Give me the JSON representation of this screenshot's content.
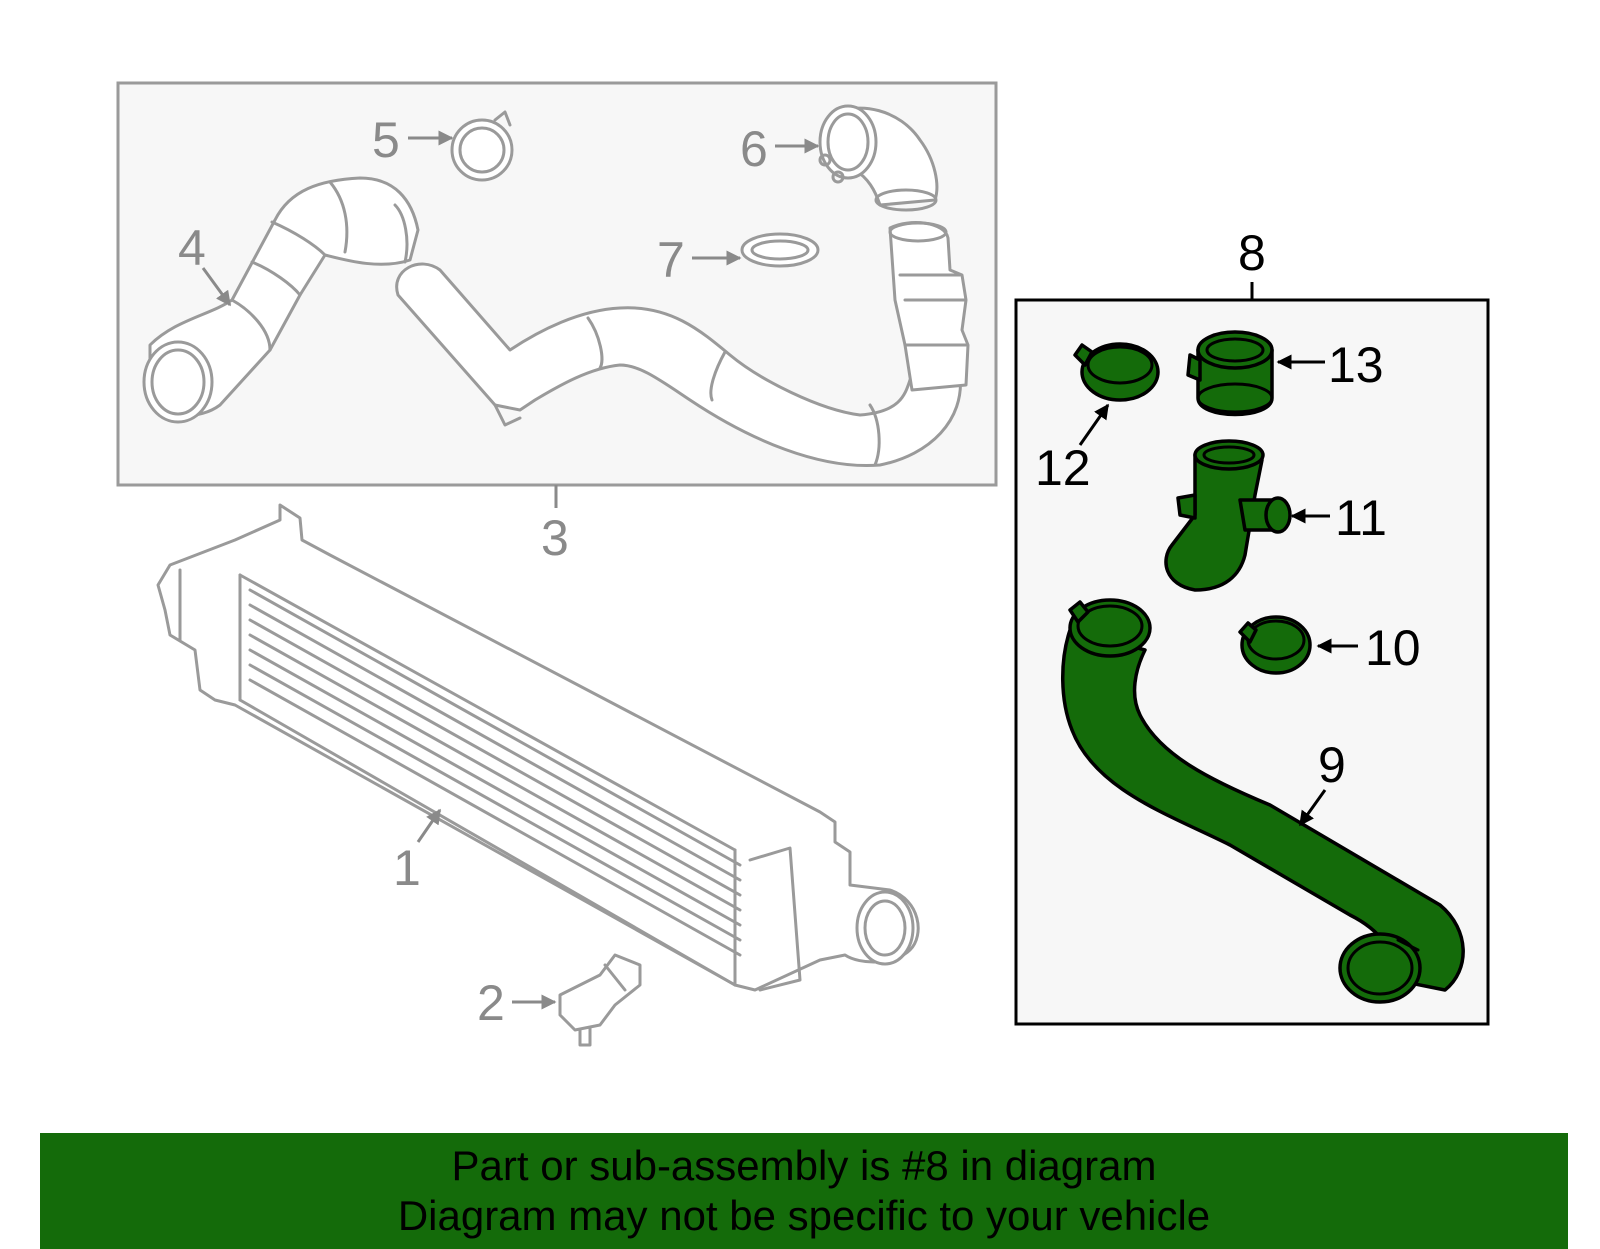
{
  "callouts": {
    "c1": "1",
    "c2": "2",
    "c3": "3",
    "c4": "4",
    "c5": "5",
    "c6": "6",
    "c7": "7",
    "c8": "8",
    "c9": "9",
    "c10": "10",
    "c11": "11",
    "c12": "12",
    "c13": "13"
  },
  "highlight_color": "#146b0a",
  "footer": {
    "line1": "Part or sub-assembly is #8 in diagram",
    "line2": "Diagram may not be specific to your vehicle"
  }
}
